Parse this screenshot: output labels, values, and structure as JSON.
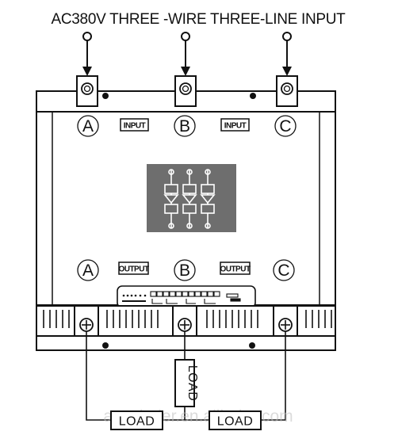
{
  "title": "AC380V  THREE -WIRE THREE-LINE INPUT",
  "phases": {
    "a": "A",
    "b": "B",
    "c": "C"
  },
  "badges": {
    "input": "INPUT",
    "output": "OUTPUT"
  },
  "load_label": "LOAD",
  "watermark": "aoyuinder.en.alibaba.com",
  "colors": {
    "line": "#111111",
    "chip": "#6e6e6e",
    "background": "#ffffff"
  }
}
